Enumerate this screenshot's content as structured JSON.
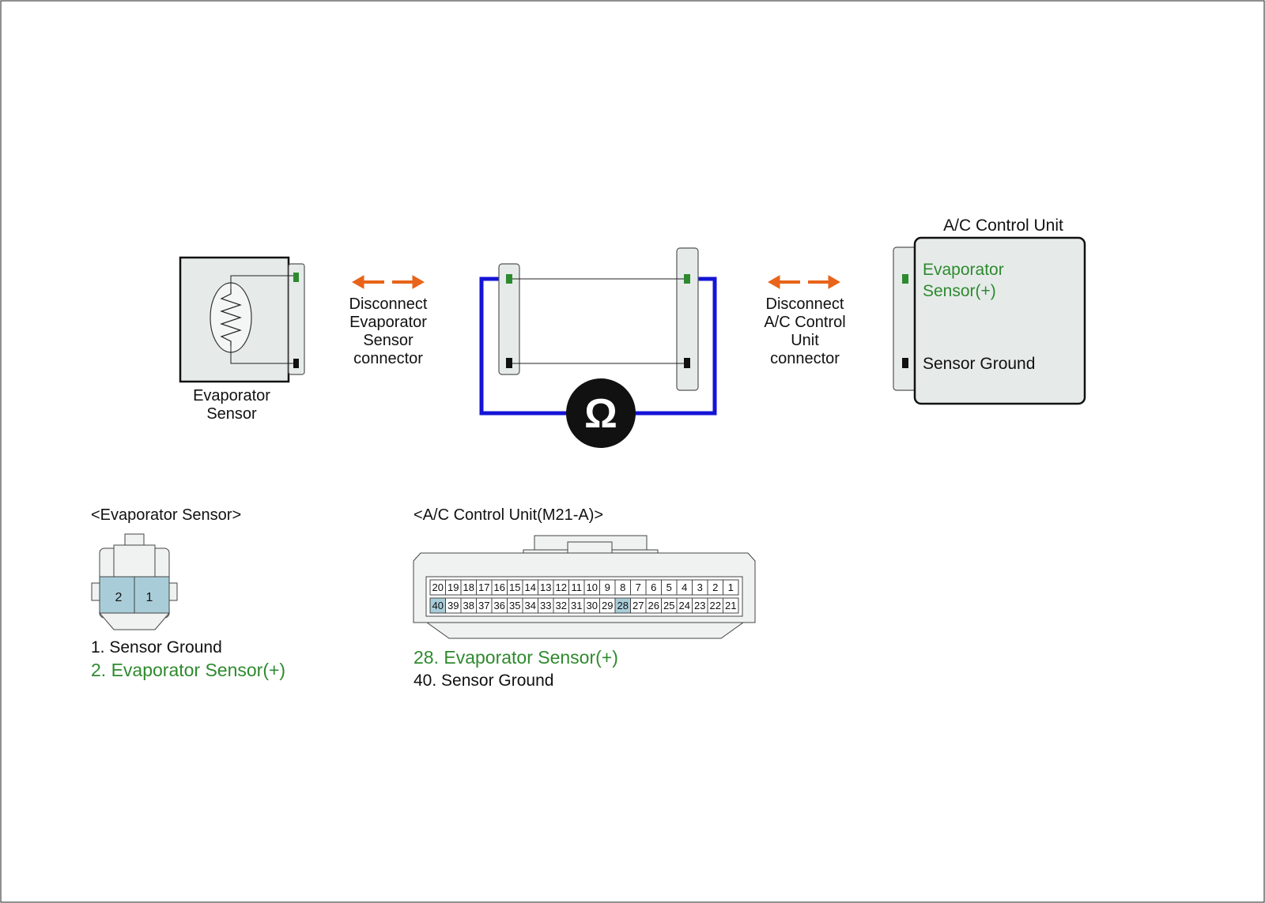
{
  "colors": {
    "green": "#2e8a2e",
    "black": "#111111",
    "blue_wire": "#1414d6",
    "orange_arrow": "#e8641a",
    "connector_fill": "#e6ebea",
    "highlight_pin": "#a9cdd8"
  },
  "icons": {
    "ohm_meter": "ohmmeter-icon",
    "arrows": "double-headed-arrow-icon"
  },
  "top_diagram": {
    "evap_sensor_label": [
      "Evaporator",
      "Sensor"
    ],
    "disconnect_left": [
      "Disconnect",
      "Evaporator",
      "Sensor",
      "connector"
    ],
    "disconnect_right": [
      "Disconnect",
      "A/C Control",
      "Unit",
      "connector"
    ],
    "acu_title": "A/C Control Unit",
    "acu_pin_plus": [
      "Evaporator",
      "Sensor(+)"
    ],
    "acu_pin_ground": "Sensor Ground",
    "ohm_symbol": "Ω"
  },
  "evap_connector": {
    "title": "<Evaporator Sensor>",
    "pins": [
      "2",
      "1"
    ],
    "legend": [
      {
        "text": "1. Sensor Ground",
        "color": "black"
      },
      {
        "text": "2. Evaporator Sensor(+)",
        "color": "green"
      }
    ]
  },
  "acu_connector": {
    "title": "<A/C Control Unit(M21-A)>",
    "row1": [
      "20",
      "19",
      "18",
      "17",
      "16",
      "15",
      "14",
      "13",
      "12",
      "11",
      "10",
      "9",
      "8",
      "7",
      "6",
      "5",
      "4",
      "3",
      "2",
      "1"
    ],
    "row2": [
      "40",
      "39",
      "38",
      "37",
      "36",
      "35",
      "34",
      "33",
      "32",
      "31",
      "30",
      "29",
      "28",
      "27",
      "26",
      "25",
      "24",
      "23",
      "22",
      "21"
    ],
    "highlighted": [
      "40",
      "28"
    ],
    "legend": [
      {
        "text": "28. Evaporator Sensor(+)",
        "color": "green"
      },
      {
        "text": "40. Sensor Ground",
        "color": "black"
      }
    ]
  }
}
